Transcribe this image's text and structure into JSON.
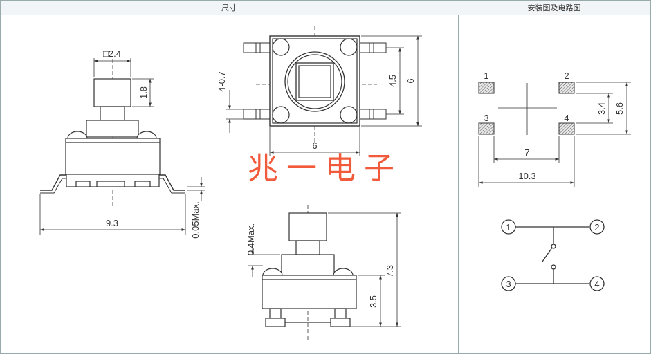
{
  "header": {
    "left_title": "尺寸",
    "right_title": "安装图及电路图"
  },
  "watermark": "兆一电子",
  "side_view": {
    "stem_dim": "□2.4",
    "stem_height": "1.8",
    "width": "9.3",
    "lead_offset": "0.05Max."
  },
  "top_view": {
    "pins_dim": "4-0.7",
    "inner": "4.5",
    "height": "6",
    "width": "6"
  },
  "front_view": {
    "cap_offset": "0.4Max.",
    "total_height": "7.3",
    "body_height": "3.5"
  },
  "mounting": {
    "pads": [
      "1",
      "2",
      "3",
      "4"
    ],
    "inner_spacing": "3.4",
    "outer_spacing": "5.6",
    "pad_pitch": "7",
    "total_width": "10.3"
  },
  "circuit": {
    "terminals": [
      "1",
      "2",
      "3",
      "4"
    ]
  }
}
